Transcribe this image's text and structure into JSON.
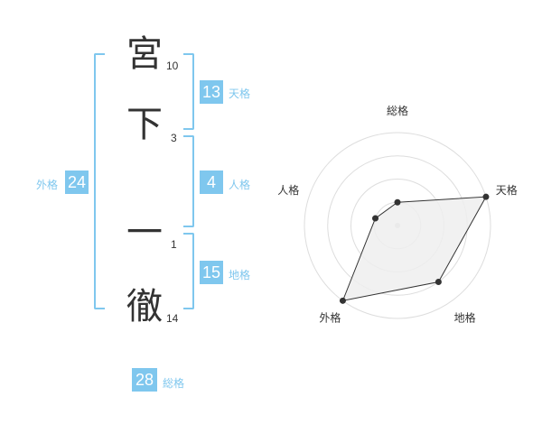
{
  "name": {
    "chars": [
      "宮",
      "下",
      "一",
      "徹"
    ],
    "strokes": [
      "10",
      "3",
      "1",
      "14"
    ]
  },
  "kaku": {
    "tenkaku": {
      "value": "13",
      "label": "天格"
    },
    "jinkaku": {
      "value": "4",
      "label": "人格"
    },
    "chikaku": {
      "value": "15",
      "label": "地格"
    },
    "gaikaku": {
      "value": "24",
      "label": "外格"
    },
    "soukaku": {
      "value": "28",
      "label": "総格"
    }
  },
  "chart_data": {
    "type": "radar",
    "axes": [
      "総格",
      "天格",
      "地格",
      "外格",
      "人格"
    ],
    "rings": 4,
    "values": [
      1,
      4,
      3,
      4,
      1
    ],
    "max": 4,
    "fill": "#eeeeee",
    "stroke": "#333333",
    "grid": true
  },
  "colors": {
    "accent": "#7fc7ee"
  }
}
